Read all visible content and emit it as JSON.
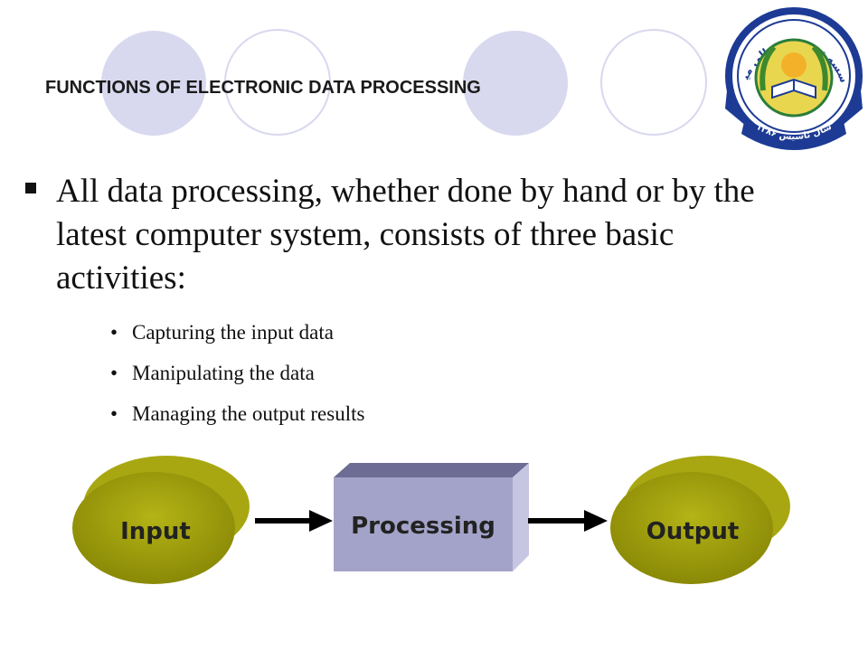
{
  "slide": {
    "title": "FUNCTIONS OF ELECTRONIC DATA PROCESSING",
    "main_bullet": "All data processing, whether done by hand or by the latest computer system, consists of three basic activities:",
    "sub_bullets": [
      "Capturing the input data",
      "Manipulating the data",
      "Managing the output results"
    ],
    "bullet_glyph": "•"
  },
  "diagram": {
    "input_label": "Input",
    "processing_label": "Processing",
    "output_label": "Output"
  },
  "logo": {
    "arc_text": "موسسه تحصیلات عالی میوند",
    "year_text": "سال تاسیس ۱۳۸۶"
  },
  "colors": {
    "circle_accent": "#d8d8ef",
    "ellipse_fill": "#9b9a10",
    "box_front": "#a3a3c9",
    "box_top": "#6c6c94",
    "box_side": "#c6c6e3",
    "seal_blue": "#1d3b95"
  }
}
